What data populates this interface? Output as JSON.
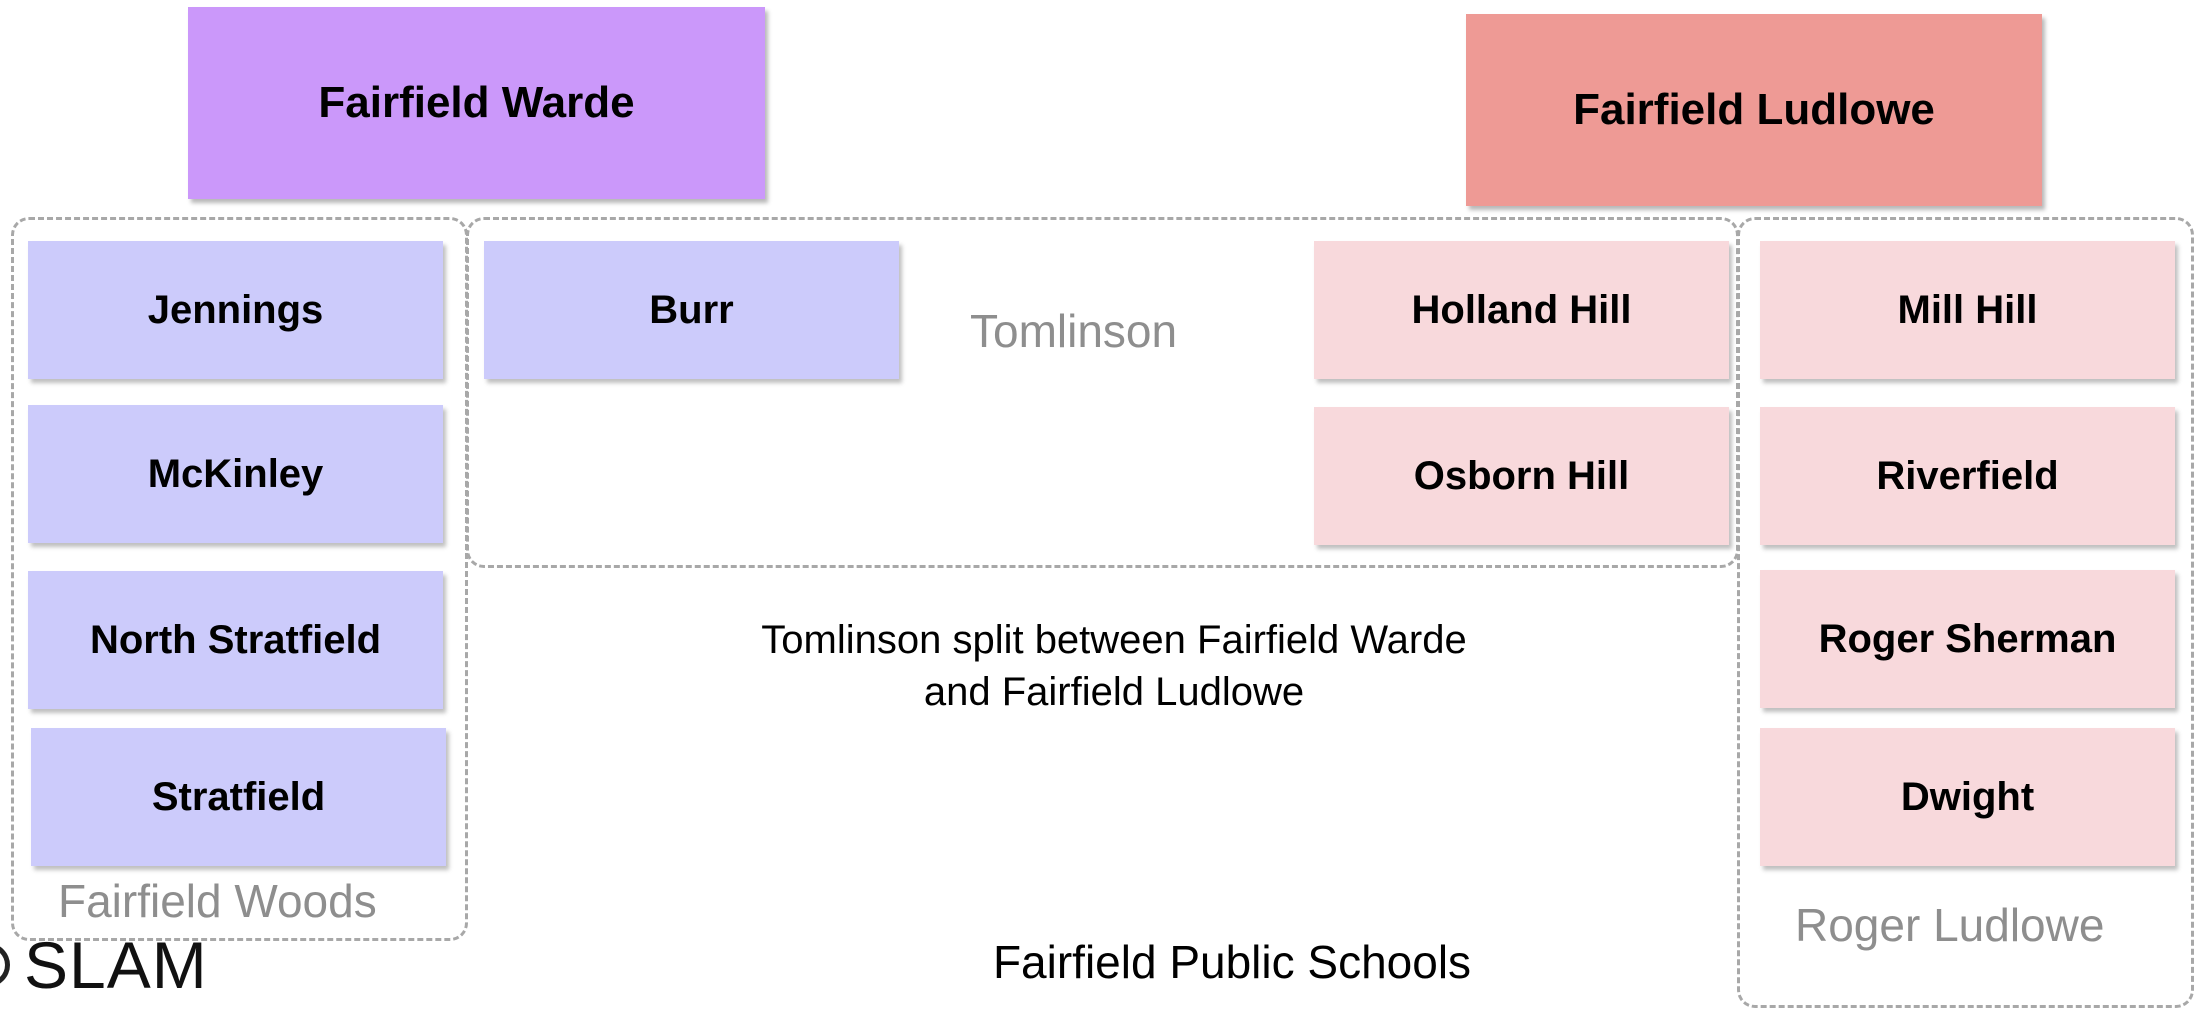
{
  "high_schools": {
    "warde": {
      "label": "Fairfield Warde",
      "color": "#cb98fa"
    },
    "ludlowe": {
      "label": "Fairfield Ludlowe",
      "color": "#ee9a95"
    }
  },
  "middle_schools": {
    "fairfield_woods": "Fairfield Woods",
    "tomlinson": "Tomlinson",
    "roger_ludlowe": "Roger Ludlowe"
  },
  "elementary_schools": {
    "jennings": "Jennings",
    "mckinley": "McKinley",
    "north_stratfield": "North Stratfield",
    "stratfield": "Stratfield",
    "burr": "Burr",
    "holland_hill": "Holland Hill",
    "osborn_hill": "Osborn Hill",
    "mill_hill": "Mill Hill",
    "riverfield": "Riverfield",
    "roger_sherman": "Roger Sherman",
    "dwight": "Dwight"
  },
  "notes": {
    "tomlinson_split_line1": "Tomlinson split between Fairfield Warde",
    "tomlinson_split_line2": "and Fairfield Ludlowe"
  },
  "footer": {
    "title": "Fairfield Public Schools",
    "logo_text": "SLAM"
  },
  "colors": {
    "warde_elementary": "#cccbfb",
    "ludlowe_elementary": "#f8d9dc",
    "group_border": "#a8a8a8",
    "middle_school_label": "#8e8e8e"
  }
}
